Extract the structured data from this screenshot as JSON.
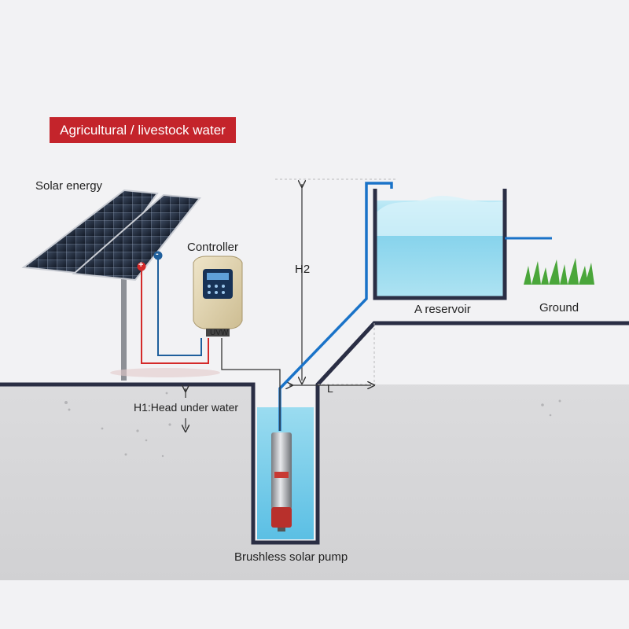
{
  "title": "Agricultural / livestock water",
  "labels": {
    "solar": "Solar energy",
    "controller": "Controller",
    "h2": "H2",
    "reservoir": "A reservoir",
    "ground": "Ground",
    "h1": "H1:Head under water",
    "l": "L",
    "pump": "Brushless solar pump"
  },
  "terminals": {
    "plus": "+",
    "minus": "-",
    "uvw": "UVW"
  },
  "colors": {
    "title_bg": "#c4242b",
    "positive_wire": "#d42a2a",
    "negative_wire": "#1f5f9c",
    "pipe": "#1a73c8",
    "outline": "#2a2e44",
    "water": "#7fd0ea",
    "ground_fill": "#bdbdbf"
  }
}
